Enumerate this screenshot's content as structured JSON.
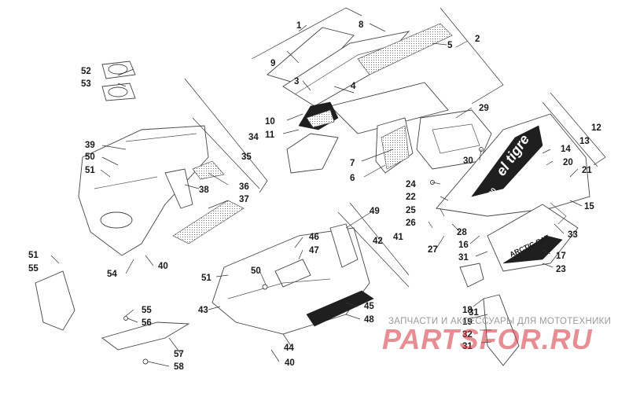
{
  "callouts": [
    "1",
    "2",
    "3",
    "4",
    "5",
    "6",
    "7",
    "8",
    "9",
    "10",
    "11",
    "12",
    "13",
    "14",
    "15",
    "16",
    "17",
    "18",
    "19",
    "20",
    "21",
    "22",
    "23",
    "24",
    "25",
    "26",
    "27",
    "28",
    "29",
    "30",
    "31",
    "31",
    "31",
    "32",
    "33",
    "34",
    "35",
    "36",
    "37",
    "38",
    "39",
    "40",
    "40",
    "41",
    "42",
    "43",
    "44",
    "45",
    "46",
    "47",
    "48",
    "49",
    "50",
    "50",
    "51",
    "51",
    "51",
    "52",
    "53",
    "54",
    "55",
    "55",
    "56",
    "57",
    "58"
  ],
  "decal_texts": {
    "brand_top": "el tigre",
    "model_top": "7000",
    "brand_side": "ARCTIC CAT"
  },
  "watermark": {
    "caption": "ЗАПЧАСТИ И АКСЕССУАРЫ ДЛЯ МОТОТЕХНИКИ",
    "brand": "PARTSFOR.RU"
  },
  "colors": {
    "linework": "#444444",
    "labels": "#1a1a1a",
    "watermark_caption": "#9a9a9a",
    "watermark_brand": "#d2323c"
  }
}
